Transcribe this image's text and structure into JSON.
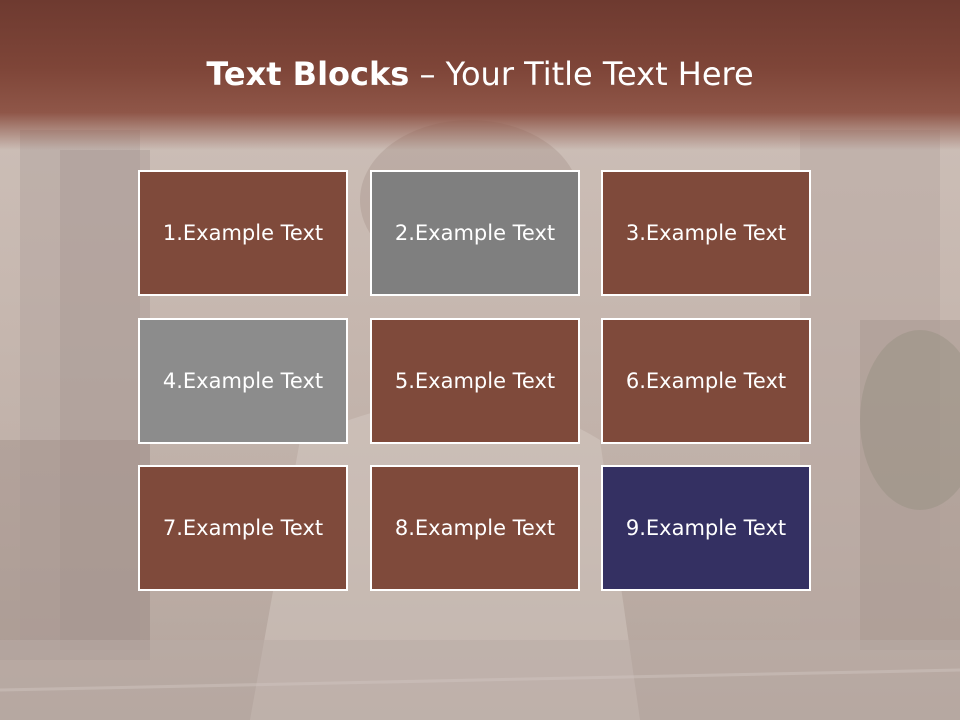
{
  "slide": {
    "title_bold": "Text Blocks",
    "title_dash": "–",
    "title_rest": "Your Title Text Here"
  },
  "colors": {
    "header": "#7a4236",
    "brown": "#7f4a3b",
    "gray_dark": "#7f7f7f",
    "gray_light": "#8c8c8c",
    "navy": "#343062",
    "border": "#ffffff",
    "text": "#ffffff"
  },
  "blocks": [
    {
      "label": "1.Example Text",
      "color": "#7f4a3b"
    },
    {
      "label": "2.Example Text",
      "color": "#7f7f7f"
    },
    {
      "label": "3.Example Text",
      "color": "#7f4a3b"
    },
    {
      "label": "4.Example Text",
      "color": "#8c8c8c"
    },
    {
      "label": "5.Example Text",
      "color": "#7f4a3b"
    },
    {
      "label": "6.Example Text",
      "color": "#7f4a3b"
    },
    {
      "label": "7.Example Text",
      "color": "#7f4a3b"
    },
    {
      "label": "8.Example Text",
      "color": "#7f4a3b"
    },
    {
      "label": "9.Example Text",
      "color": "#343062"
    }
  ]
}
